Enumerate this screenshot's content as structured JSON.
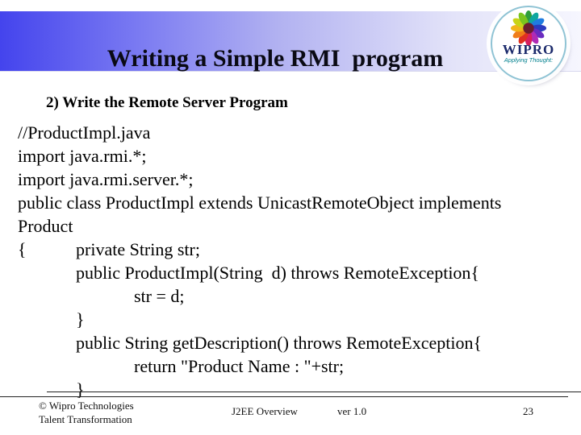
{
  "slide": {
    "title": "Writing a Simple RMI  program",
    "subtitle": "2) Write the Remote Server Program",
    "code_lines": [
      "//ProductImpl.java",
      "import java.rmi.*;",
      "import java.rmi.server.*;",
      "public class ProductImpl extends UnicastRemoteObject implements",
      "Product",
      "{\tprivate String str;",
      "\tpublic ProductImpl(String  d) throws RemoteException{",
      "\t\tstr = d;",
      "\t}",
      "\tpublic String getDescription() throws RemoteException{",
      "\t\treturn \"Product Name : \"+str;",
      "\t}"
    ],
    "logo": {
      "brand": "WIPRO",
      "tagline": "Applying Thought:"
    },
    "footer": {
      "copyright_line1": "© Wipro Technologies",
      "copyright_line2": "Talent Transformation",
      "course": "J2EE Overview",
      "version": "ver 1.0",
      "page_number": "23"
    },
    "colors": {
      "banner_gradient_start": "#4444ed",
      "banner_gradient_end": "#f6f6fe",
      "logo_ring": "#8fc3d4",
      "logo_brand_navy": "#1b2a6b",
      "logo_tagline_teal": "#00808e",
      "text": "#000000"
    }
  }
}
